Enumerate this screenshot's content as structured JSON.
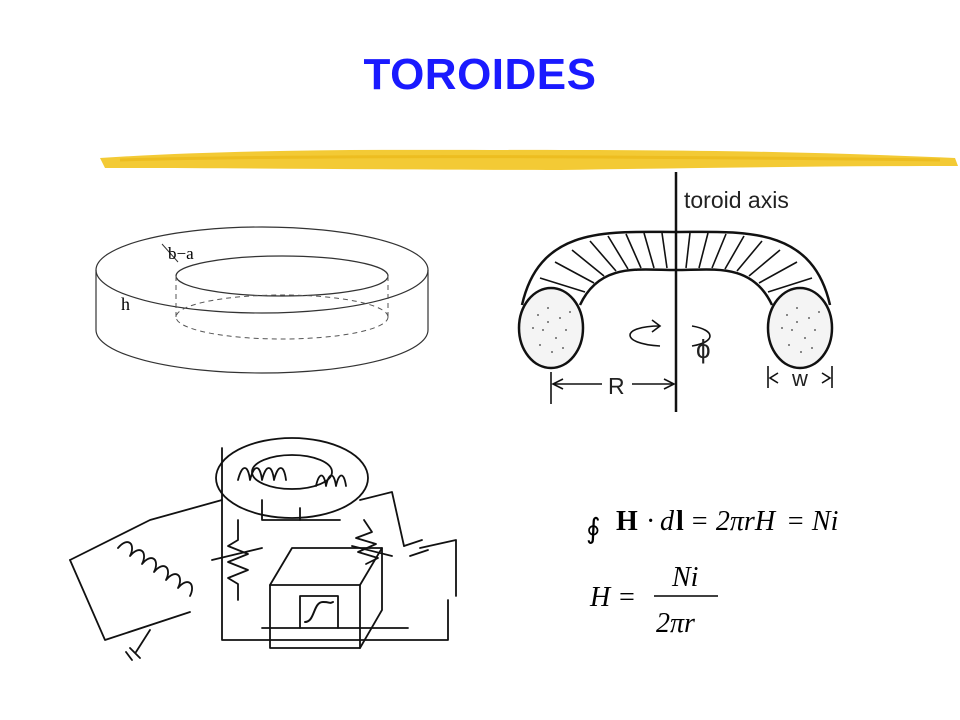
{
  "title": "TOROIDES",
  "colors": {
    "title": "#1a1aff",
    "highlight": "#f2c524"
  },
  "diagram_flat_ring": {
    "label_thickness": "b−a",
    "label_height": "h"
  },
  "diagram_toroid": {
    "axis_label": "toroid axis",
    "radius_label": "R",
    "width_label": "w",
    "phi_label": "ϕ"
  },
  "equations": {
    "ampere_integral": "∮",
    "ampere_H": "H",
    "ampere_dot": "·",
    "ampere_d": "d",
    "ampere_l": "l",
    "ampere_eq1": "= 2πrH",
    "ampere_eq2": "= Ni",
    "h_lhs": "H =",
    "h_num": "Ni",
    "h_den": "2πr"
  }
}
